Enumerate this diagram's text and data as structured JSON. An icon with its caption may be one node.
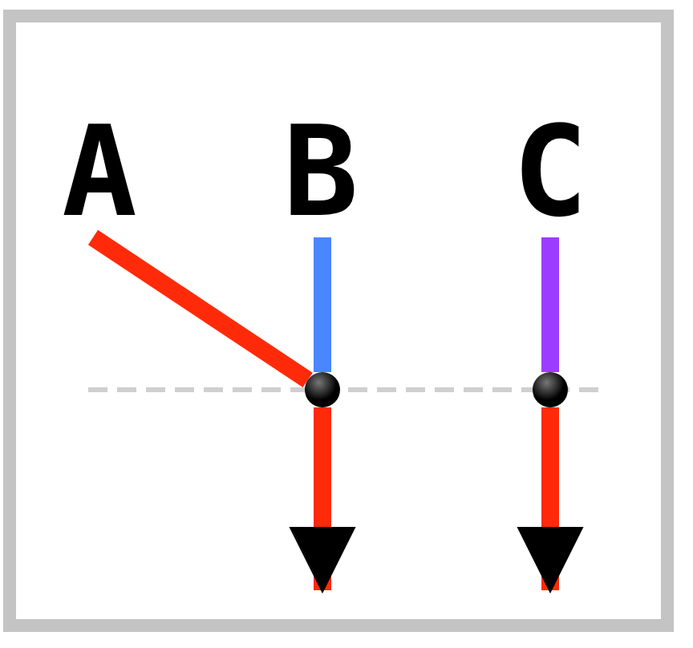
{
  "diagram": {
    "nodes": [
      {
        "text": [
          "A"
        ]
      },
      {
        "text": [
          "B"
        ]
      },
      {
        "text": [
          "C"
        ]
      },
      {
        "text": [],
        "shape": "circle"
      },
      {
        "text": [],
        "shape": "circle"
      }
    ],
    "edges": [
      {
        "from": 0,
        "to": 3,
        "arrow": "none"
      },
      {
        "from": 1,
        "to": 3,
        "arrow": "none",
        "color": "#4a86ff"
      },
      {
        "from": 3,
        "to": null,
        "arrow": "to"
      },
      {
        "from": 2,
        "to": 4,
        "arrow": "none",
        "color": "#9b3dff"
      },
      {
        "from": 4,
        "to": null,
        "arrow": "to"
      }
    ]
  }
}
